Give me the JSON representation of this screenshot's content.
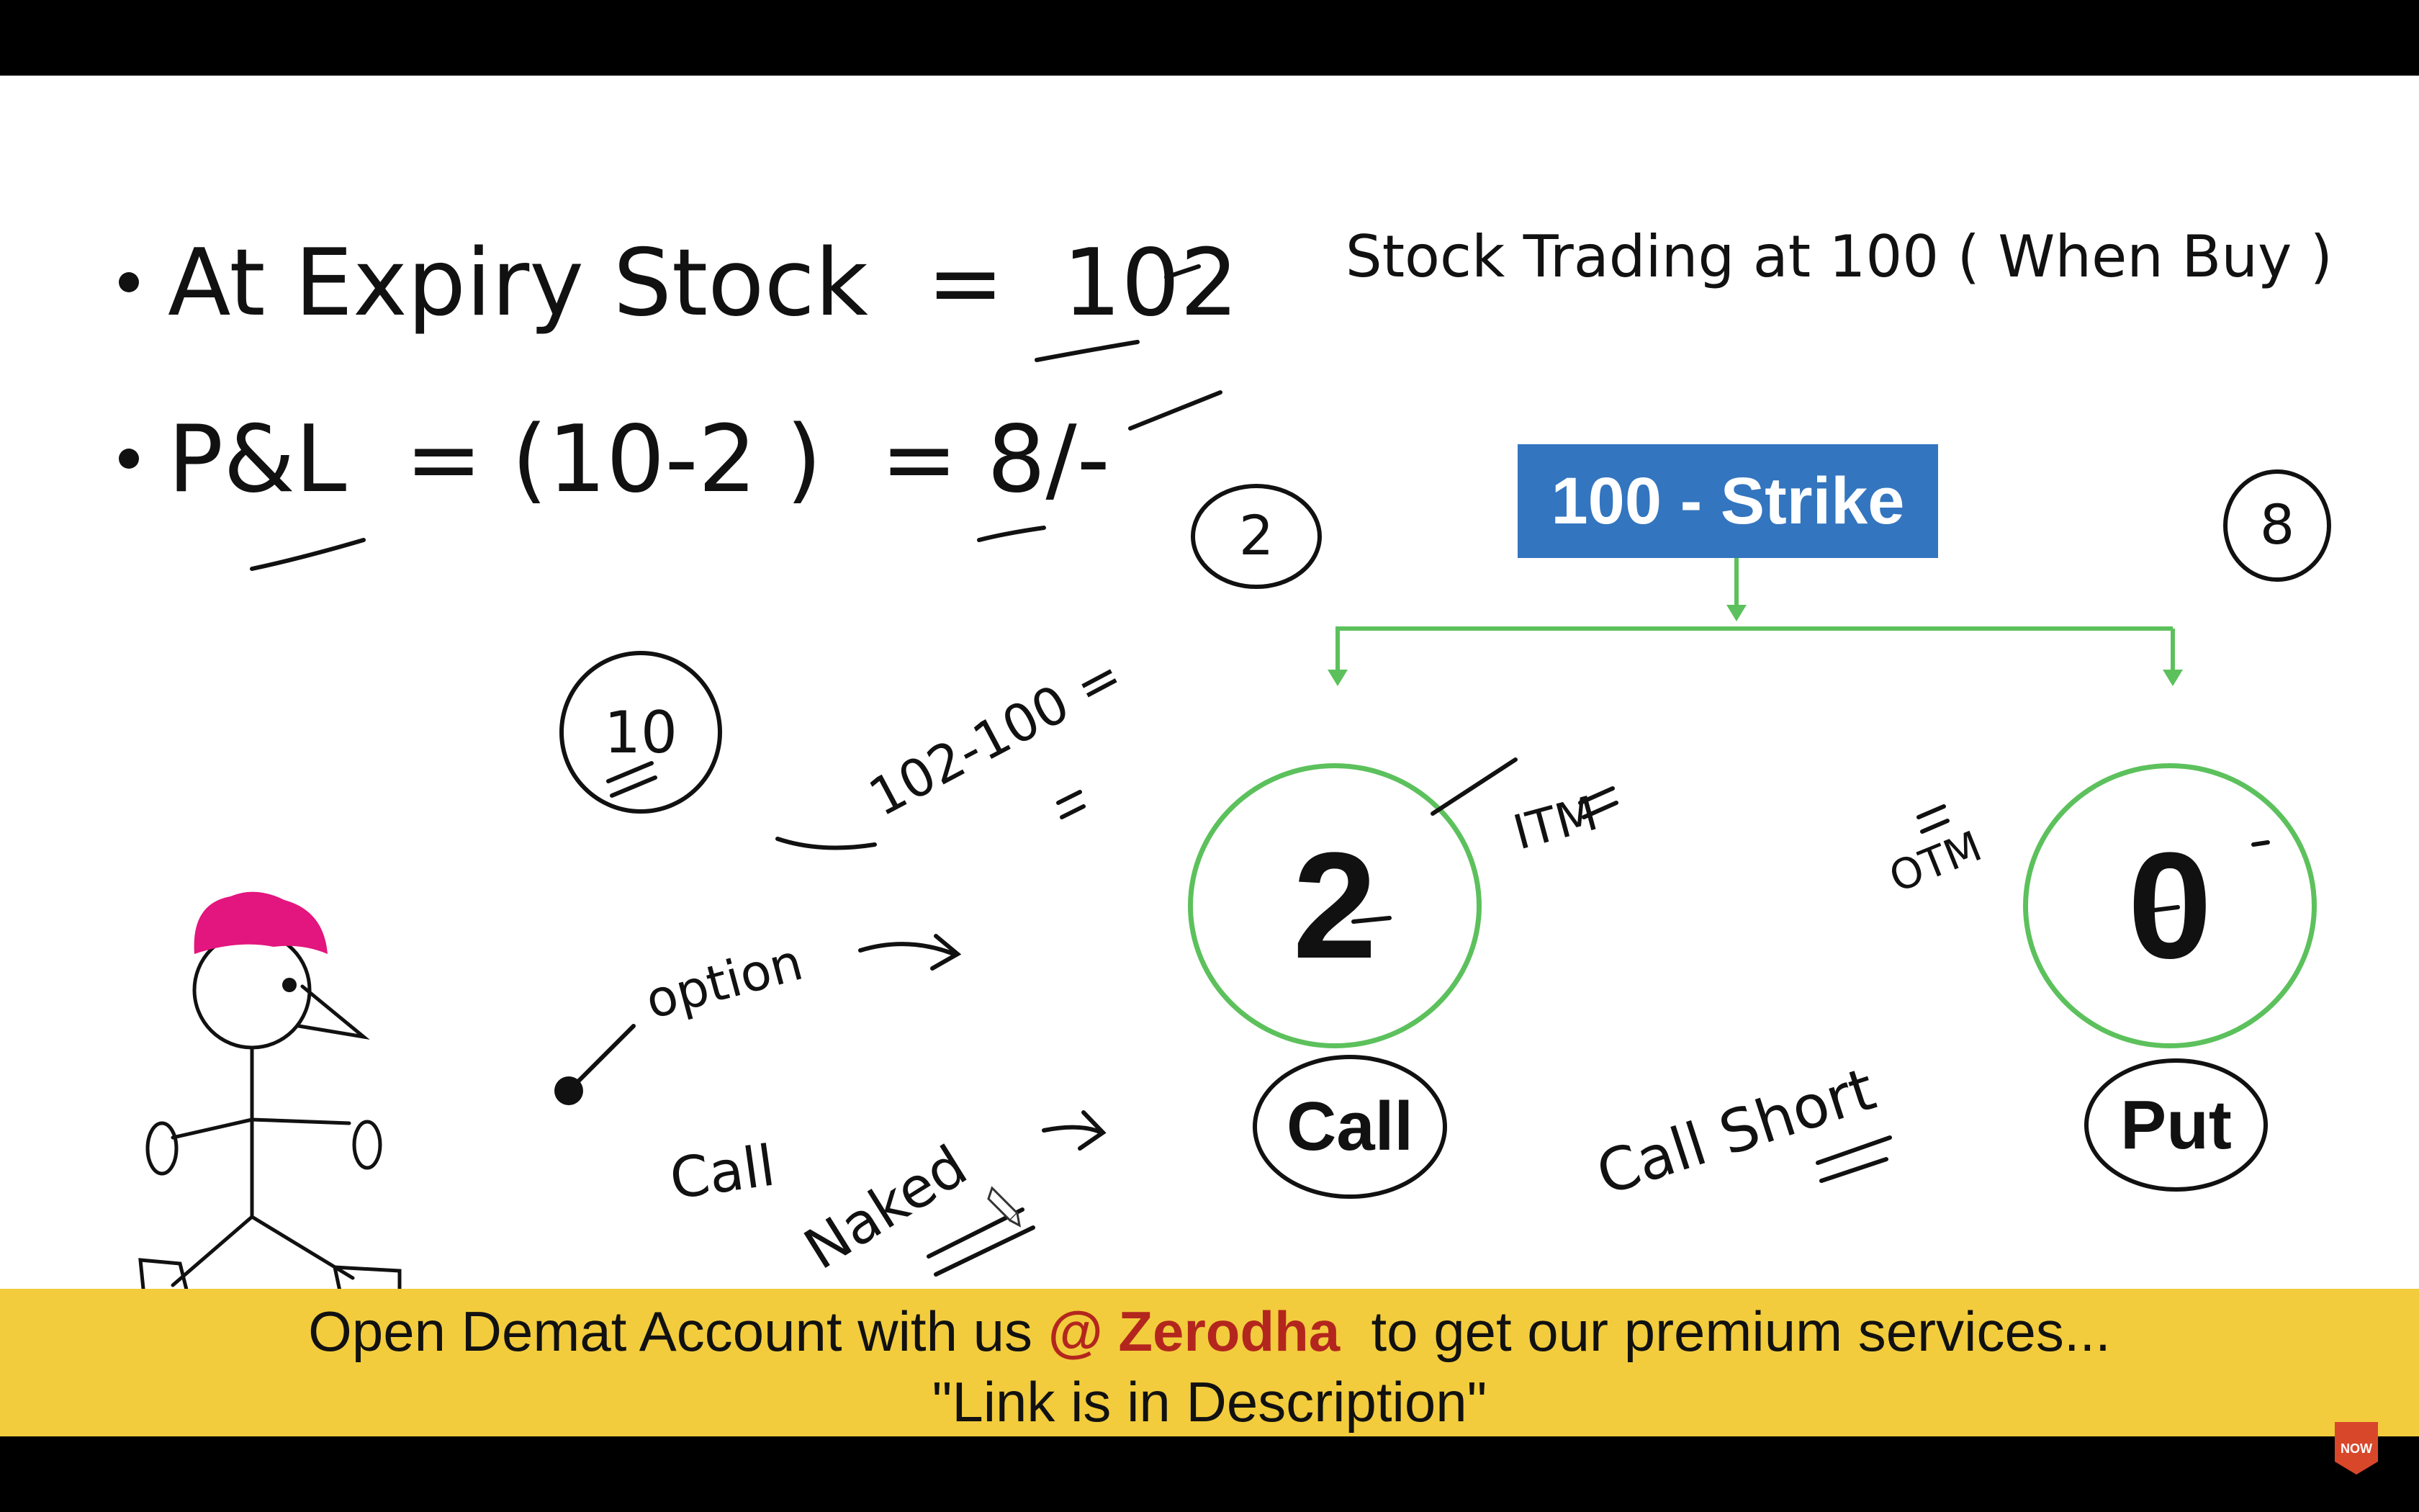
{
  "slide": {
    "bullet1": {
      "prefix": "At Expiry Stock  =  ",
      "value": "102"
    },
    "bullet2": {
      "prefix": "P&L  = (10-2 )  = ",
      "value": "8/-"
    },
    "trading_note": "Stock Trading at 100 ( When Buy )",
    "strike_box": "100 - Strike",
    "call_premium": "2",
    "put_premium": "0",
    "call_label": "Call",
    "put_label": "Put",
    "colors": {
      "strike_box": "#3375bf",
      "connector_green": "#5cc15c",
      "banner": "#f2cc3c",
      "brand_red": "#b3261e"
    }
  },
  "annotations": {
    "circled_eight": "8",
    "circled_two": "2",
    "circled_ten": "10",
    "calc": "102-100 =",
    "option": "option",
    "call": "Call",
    "naked": "Naked",
    "itm": "ITM",
    "otm": "OTM",
    "call_short": "Call Short"
  },
  "banner": {
    "line1_prefix": "Open Demat Account with us ",
    "brand": "@ Zerodha",
    "line1_suffix": "  to get our premium services...",
    "line2": "\"Link is in Description\""
  },
  "badge": {
    "text": "NOW"
  },
  "icons": [
    "pencil-cursor-icon",
    "subscribe-badge-icon"
  ]
}
